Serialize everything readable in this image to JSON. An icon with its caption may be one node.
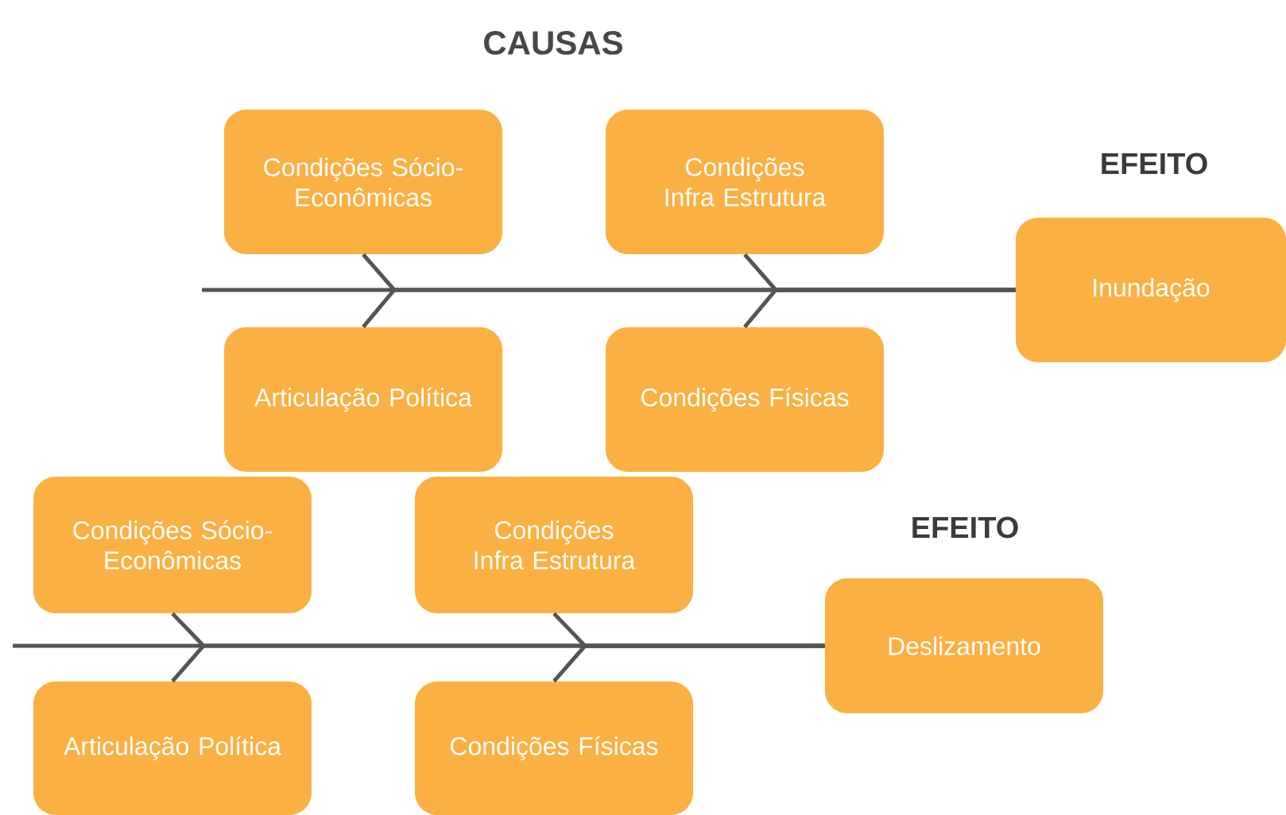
{
  "diagram": {
    "title": "CAUSAS",
    "nodes": [
      {
        "text": [
          "Condições Sócio-Econômicas"
        ]
      },
      {
        "text": [
          "Condições Infra Estrutura"
        ]
      },
      {
        "text": [
          "Inundação"
        ],
        "beside": [
          "EFEITO"
        ]
      },
      {
        "text": [
          "Articulação Política"
        ]
      },
      {
        "text": [
          "Condições Físicas"
        ]
      },
      {
        "text": [
          "Condições Sócio-Econômicas"
        ]
      },
      {
        "text": [
          "Condições Infra Estrutura"
        ]
      },
      {
        "text": [
          "Deslizamento"
        ],
        "beside": [
          "EFEITO"
        ]
      },
      {
        "text": [
          "Articulação Política"
        ]
      },
      {
        "text": [
          "Condições Físicas"
        ]
      }
    ],
    "edges": [
      {
        "from": 0,
        "to": 2,
        "arrow": "none"
      },
      {
        "from": 3,
        "to": 2,
        "arrow": "none"
      },
      {
        "from": 1,
        "to": 2,
        "arrow": "none"
      },
      {
        "from": 4,
        "to": 2,
        "arrow": "none"
      },
      {
        "from": 5,
        "to": 7,
        "arrow": "none"
      },
      {
        "from": 8,
        "to": 7,
        "arrow": "none"
      },
      {
        "from": 6,
        "to": 7,
        "arrow": "none"
      },
      {
        "from": 9,
        "to": 7,
        "arrow": "none"
      }
    ]
  }
}
